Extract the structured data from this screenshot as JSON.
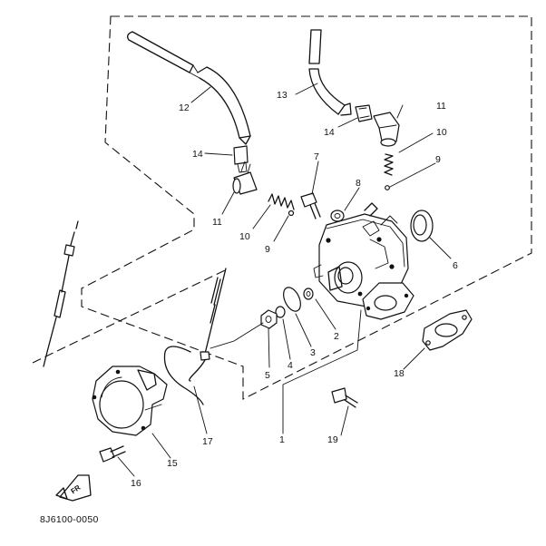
{
  "diagram": {
    "callouts": {
      "c1": "1",
      "c2": "2",
      "c3": "3",
      "c4": "4",
      "c5": "5",
      "c6": "6",
      "c7": "7",
      "c8": "8",
      "c9a": "9",
      "c9b": "9",
      "c10a": "10",
      "c10b": "10",
      "c11a": "11",
      "c11b": "11",
      "c12": "12",
      "c13": "13",
      "c14a": "14",
      "c14b": "14",
      "c15": "15",
      "c16": "16",
      "c17": "17",
      "c18": "18",
      "c19": "19"
    },
    "direction_mark": "FR",
    "drawing_code": "8J6100-0050"
  }
}
